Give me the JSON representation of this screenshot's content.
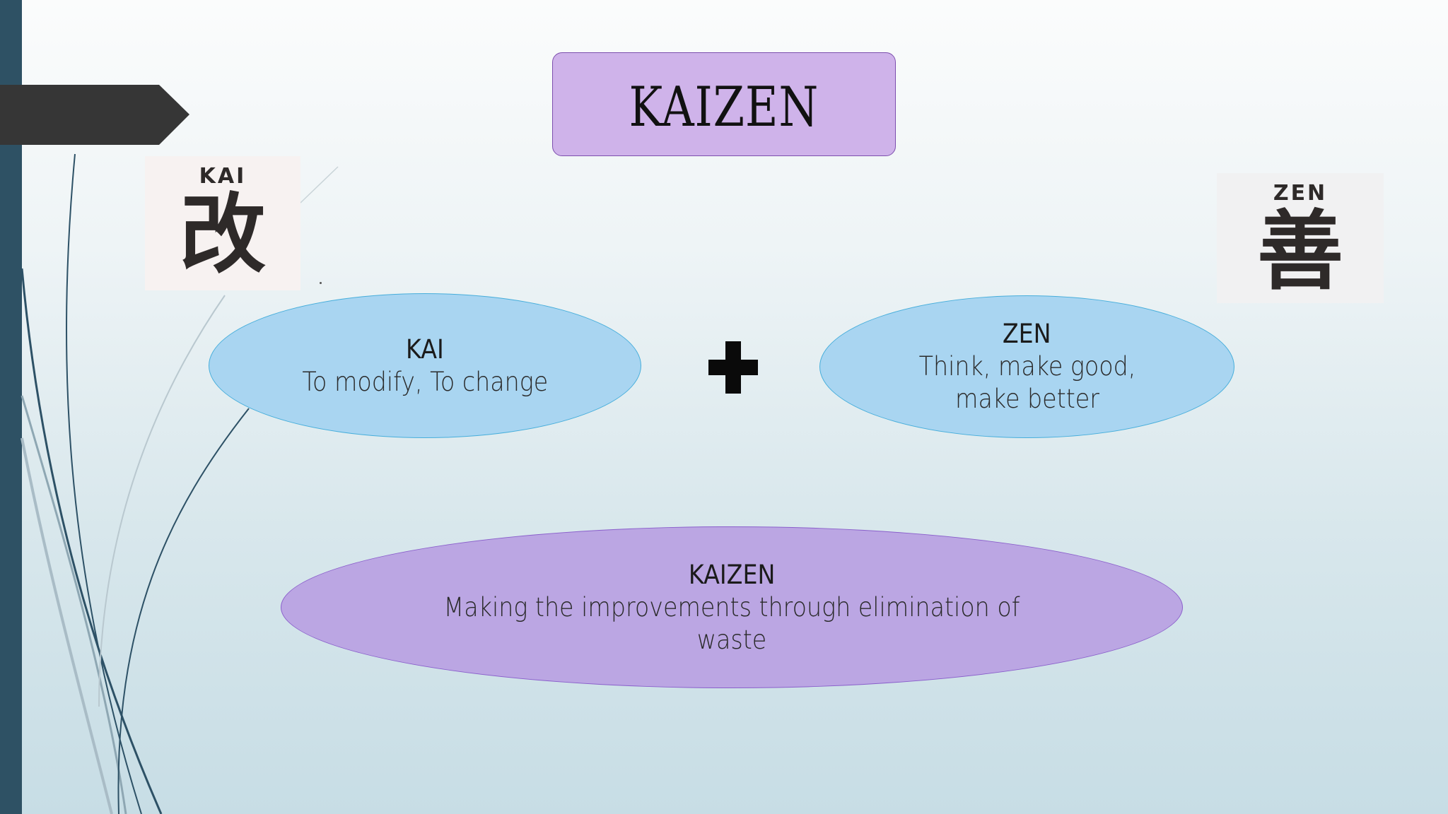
{
  "title": "KAIZEN",
  "kai_card": {
    "label": "KAI",
    "kanji": "改"
  },
  "zen_card": {
    "label": "ZEN",
    "kanji": "善"
  },
  "kai_ellipse": {
    "heading": "KAI",
    "body": "To modify, To change"
  },
  "zen_ellipse": {
    "heading": "ZEN",
    "body": "Think, make good, make better"
  },
  "kaizen_ellipse": {
    "heading": "KAIZEN",
    "body": "Making the improvements through elimination of waste"
  },
  "operator_icon": "plus-icon",
  "colors": {
    "title_fill": "#cfb3ea",
    "ellipse_blue": "#a9d5f1",
    "ellipse_purple": "#bba6e3",
    "sidebar": "#2e5164"
  }
}
